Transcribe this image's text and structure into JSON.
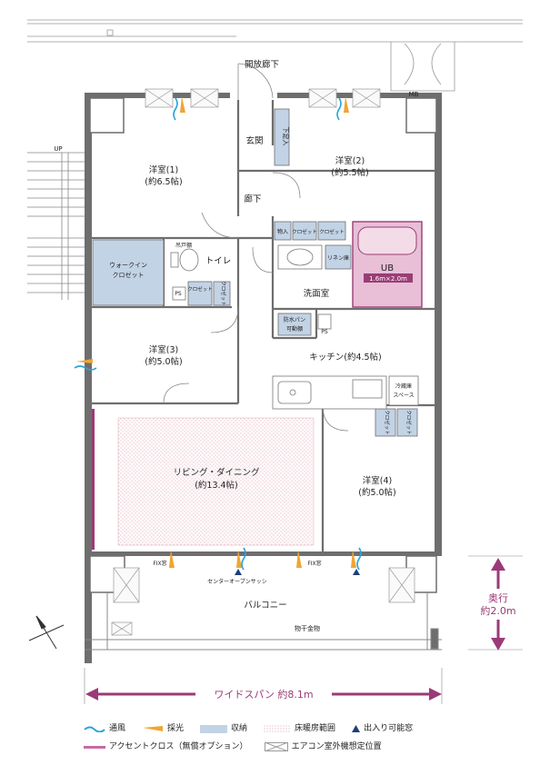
{
  "rooms": {
    "open_corridor": "開放廊下",
    "mb": "MB",
    "up": "UP",
    "entrance": "玄関",
    "shoe_closet": "下足入",
    "western1": "洋室(1)",
    "western1_size": "(約6.5帖)",
    "western2": "洋室(2)",
    "western2_size": "(約5.5帖)",
    "hallway": "廊下",
    "storage": "物入",
    "closet": "クロゼット",
    "linen": "リネン庫",
    "ub": "UB",
    "ub_size": "1.6m×2.0m",
    "walkin_1": "ウォークイン",
    "walkin_2": "クロゼット",
    "hanging_shelf": "吊戸棚",
    "toilet": "トイレ",
    "ps": "PS",
    "washroom": "洗面室",
    "waterproof_pan_1": "防水パン",
    "waterproof_pan_2": "可動棚",
    "western3": "洋室(3)",
    "western3_size": "(約5.0帖)",
    "kitchen": "キッチン(約4.5帖)",
    "fridge_1": "冷蔵庫",
    "fridge_2": "スペース",
    "living": "リビング・ダイニング",
    "living_size": "(約13.4帖)",
    "western4": "洋室(4)",
    "western4_size": "(約5.0帖)",
    "fix_window": "FIX窓",
    "center_open_sash": "センターオープンサッシ",
    "balcony": "バルコニー",
    "laundry_hardware": "物干金物"
  },
  "dimensions": {
    "depth_label": "奥行",
    "depth_value": "約2.0m",
    "width_label": "ワイドスパン 約8.1m"
  },
  "legend": {
    "ventilation": "通風",
    "daylight": "採光",
    "storage": "収納",
    "floor_heating": "床暖房範囲",
    "access_window": "出入り可能窓",
    "accent_cloth": "アクセントクロス（無償オプション）",
    "ac_unit": "エアコン室外機想定位置"
  },
  "colors": {
    "wall": "#6e6e6e",
    "storage_fill": "#c3d3e6",
    "ub_fill": "#e8bfd6",
    "ub_stroke": "#9a3d76",
    "accent": "#9b3a78",
    "ventilation": "#2aa3d8",
    "daylight": "#f0a534",
    "floor_heat_dot": "#e2a7b5"
  }
}
